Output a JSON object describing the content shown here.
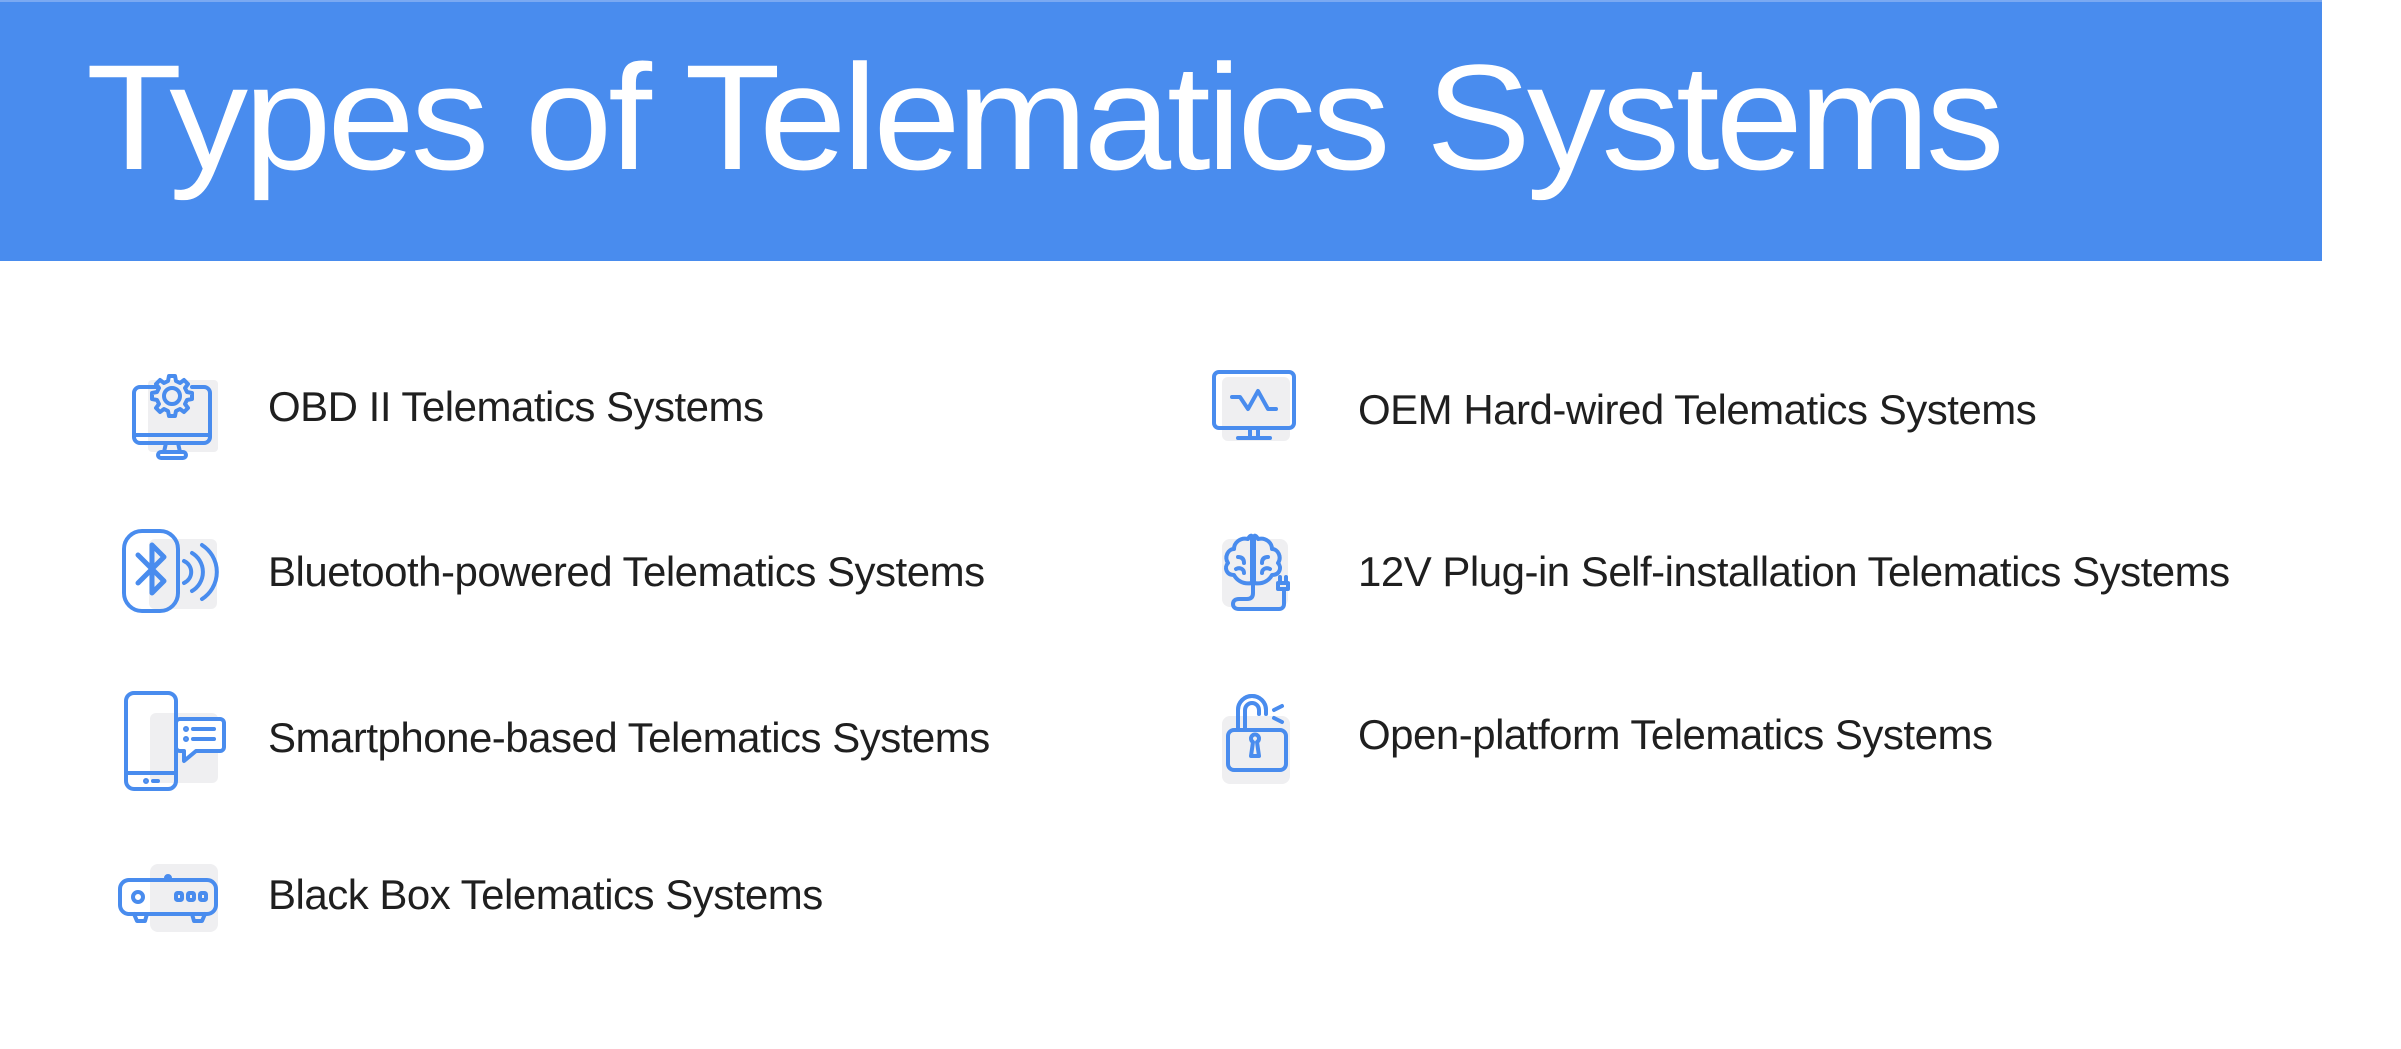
{
  "header": {
    "title": "Types of Telematics Systems",
    "background_color": "#498CEE"
  },
  "accent_color": "#498CEE",
  "icon_backdrop_color": "#EFEFF1",
  "items_left": [
    {
      "label": "OBD II Telematics Systems",
      "icon": "monitor-gear-icon"
    },
    {
      "label": "Bluetooth-powered Telematics Systems",
      "icon": "bluetooth-signal-icon"
    },
    {
      "label": "Smartphone-based Telematics Systems",
      "icon": "smartphone-chat-icon"
    },
    {
      "label": "Black Box Telematics Systems",
      "icon": "black-box-device-icon"
    }
  ],
  "items_right": [
    {
      "label": "OEM Hard-wired Telematics Systems",
      "icon": "monitor-pulse-icon"
    },
    {
      "label": "12V Plug-in Self-installation Telematics Systems",
      "icon": "brain-plug-icon"
    },
    {
      "label": "Open-platform Telematics Systems",
      "icon": "unlocked-padlock-icon"
    }
  ]
}
